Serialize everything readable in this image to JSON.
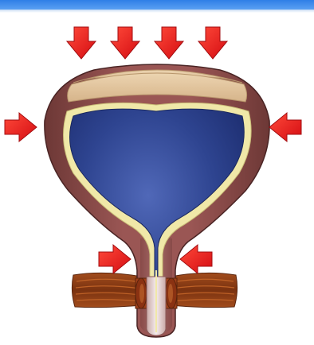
{
  "diagram": {
    "type": "illustration",
    "colors": {
      "header_bar": "#3f8ae8",
      "arrow_fill": "#e8151b",
      "arrow_stroke": "#a30d10",
      "outer_wall": "#8a4a48",
      "outer_wall_dark": "#5c2e2e",
      "top_cap": "#e3c39a",
      "inner_lining": "#f0e8a8",
      "lumen_fill": "#2a3f8a",
      "lumen_highlight": "#4f66b3",
      "muscle_band": "#8a3a14",
      "muscle_stripe": "#c1631f",
      "tube_end": "#e9dcdc"
    },
    "arrows": [
      {
        "id": "top-1",
        "direction": "down"
      },
      {
        "id": "top-2",
        "direction": "down"
      },
      {
        "id": "top-3",
        "direction": "down"
      },
      {
        "id": "top-4",
        "direction": "down"
      },
      {
        "id": "left-mid",
        "direction": "right"
      },
      {
        "id": "right-mid",
        "direction": "left"
      },
      {
        "id": "left-neck",
        "direction": "right"
      },
      {
        "id": "right-neck",
        "direction": "left"
      }
    ]
  }
}
